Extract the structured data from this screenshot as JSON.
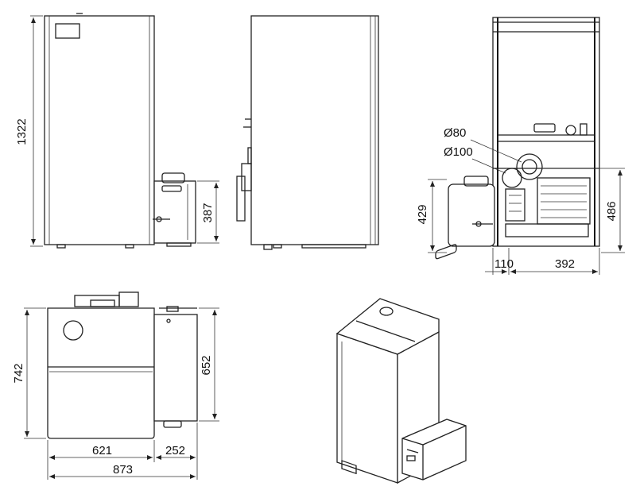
{
  "dimensions": {
    "front_height": "1322",
    "hopper_height_front": "387",
    "flue_large": "Ø80",
    "flue_small": "Ø100",
    "rear_hopper_height": "429",
    "rear_flue_height": "486",
    "rear_offset": "110",
    "rear_width": "392",
    "top_depth": "742",
    "top_hopper_depth": "652",
    "top_body_width": "621",
    "top_hopper_width": "252",
    "top_total_width": "873"
  }
}
